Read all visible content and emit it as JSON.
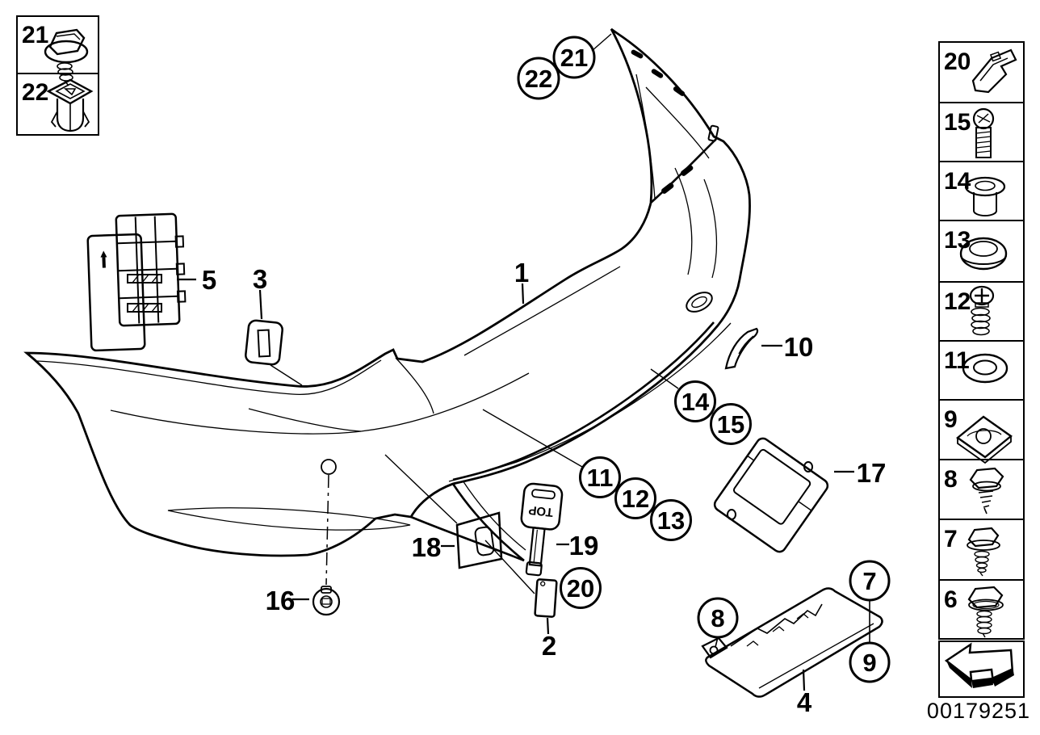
{
  "doc_number": "00179251",
  "colors": {
    "line": "#000000",
    "background": "#ffffff"
  },
  "legend_top_left": {
    "items": [
      {
        "label": "21",
        "icon": "hex-screw-with-washer-icon"
      },
      {
        "label": "22",
        "icon": "expansion-rivet-icon"
      }
    ]
  },
  "legend_right": {
    "items": [
      {
        "label": "20",
        "icon": "retaining-clip-icon"
      },
      {
        "label": "15",
        "icon": "fillister-head-screw-icon"
      },
      {
        "label": "14",
        "icon": "spacer-bush-icon"
      },
      {
        "label": "13",
        "icon": "cover-cap-icon"
      },
      {
        "label": "12",
        "icon": "phillips-coil-screw-icon"
      },
      {
        "label": "11",
        "icon": "washer-icon"
      },
      {
        "label": "9",
        "icon": "sheet-metal-speed-nut-icon"
      },
      {
        "label": "8",
        "icon": "hex-screw-short-icon"
      },
      {
        "label": "7",
        "icon": "hex-washer-tapping-screw-icon"
      },
      {
        "label": "6",
        "icon": "hex-flange-coil-screw-icon"
      }
    ],
    "back_button_icon": "back-arrow-icon"
  },
  "diagram": {
    "key_text": "TOP",
    "plain_callouts": [
      {
        "label": "1"
      },
      {
        "label": "2"
      },
      {
        "label": "3"
      },
      {
        "label": "4"
      },
      {
        "label": "5"
      },
      {
        "label": "10"
      },
      {
        "label": "16"
      },
      {
        "label": "17"
      },
      {
        "label": "18"
      },
      {
        "label": "19"
      }
    ],
    "circled_callouts": [
      {
        "label": "21"
      },
      {
        "label": "22"
      },
      {
        "label": "14"
      },
      {
        "label": "15"
      },
      {
        "label": "11"
      },
      {
        "label": "12"
      },
      {
        "label": "13"
      },
      {
        "label": "20"
      },
      {
        "label": "7"
      },
      {
        "label": "8"
      },
      {
        "label": "9"
      }
    ]
  }
}
